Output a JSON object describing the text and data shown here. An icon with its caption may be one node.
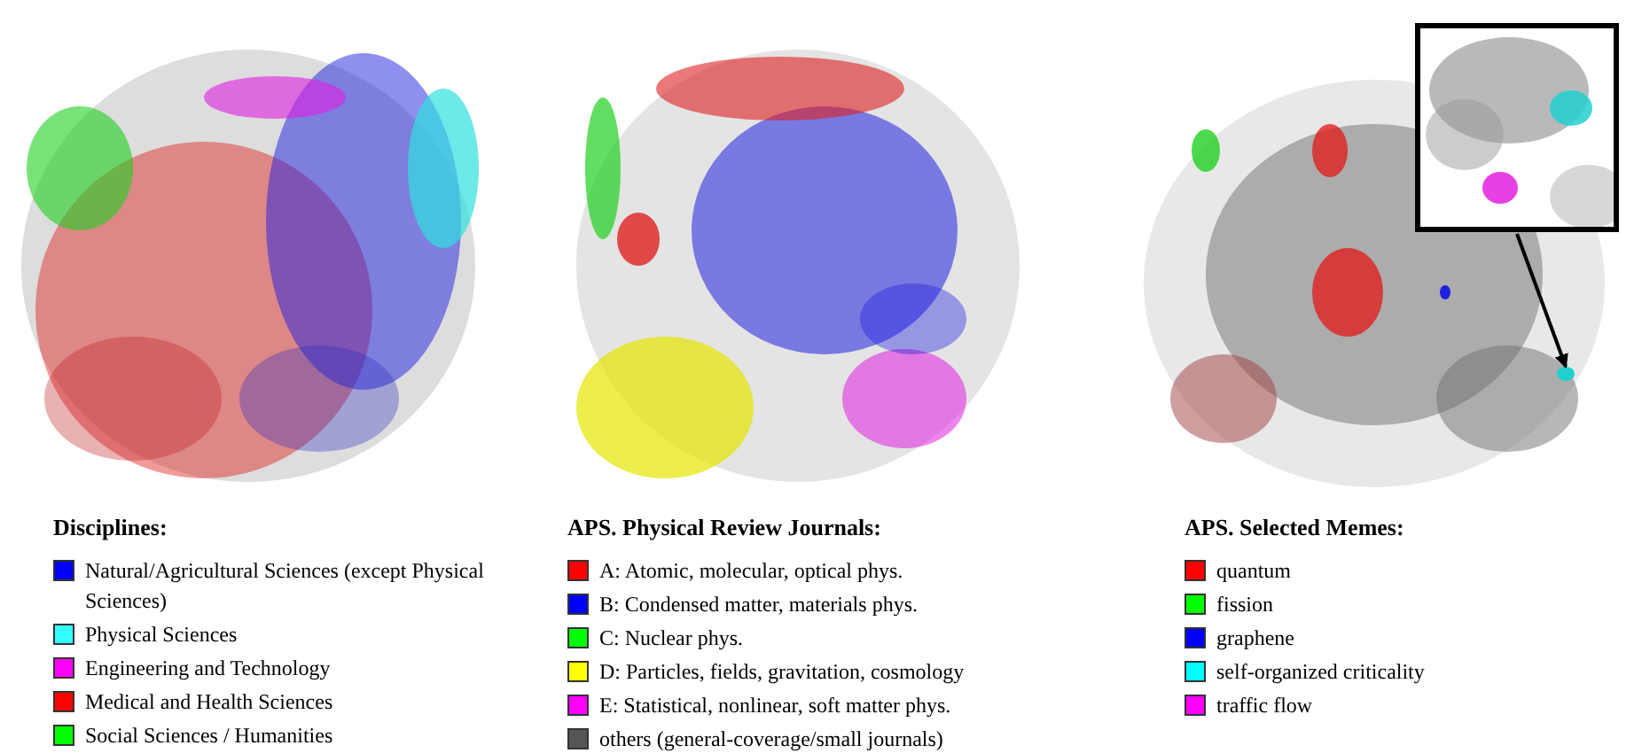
{
  "diagram": {
    "nodes": [
      {
        "text": [],
        "shape": "picture"
      },
      {
        "text": [],
        "shape": "picture"
      },
      {
        "text": [],
        "shape": "picture"
      },
      {
        "text": [],
        "shape": "picture"
      },
      {
        "text": [],
        "shape": "circle",
        "in": 2
      }
    ],
    "edges": [
      {
        "from": 3,
        "to": 4,
        "arrow": "to"
      }
    ],
    "labels": [
      "Disciplines:",
      "APS. Physical Review Journals:",
      "APS. Selected Memes:"
    ],
    "legend": [
      {
        "text": "Natural/Agricultural Sciences (except Physical Sciences)",
        "color": "#0000ff"
      },
      {
        "text": "Physical Sciences",
        "color": "#33ffff"
      },
      {
        "text": "Engineering and Technology",
        "color": "#ff00ff"
      },
      {
        "text": "Medical and Health Sciences",
        "color": "#ff0000"
      },
      {
        "text": "Social Sciences / Humanities",
        "color": "#00ff00"
      },
      {
        "text": "A: Atomic, molecular, optical phys.",
        "color": "#ff0000"
      },
      {
        "text": "B: Condensed matter, materials phys.",
        "color": "#0000ff"
      },
      {
        "text": "C: Nuclear phys.",
        "color": "#00ff00"
      },
      {
        "text": "D: Particles, fields, gravitation, cosmology",
        "color": "#ffff00"
      },
      {
        "text": "E: Statistical, nonlinear, soft matter phys.",
        "color": "#ff00ff"
      },
      {
        "text": "others (general-coverage/small journals)",
        "color": "#555555"
      },
      {
        "text": "quantum",
        "color": "#ff0000"
      },
      {
        "text": "fission",
        "color": "#00ff00"
      },
      {
        "text": "graphene",
        "color": "#0000ff"
      },
      {
        "text": "self-organized criticality",
        "color": "#00ffff"
      },
      {
        "text": "traffic flow",
        "color": "#ff00ff"
      }
    ]
  }
}
